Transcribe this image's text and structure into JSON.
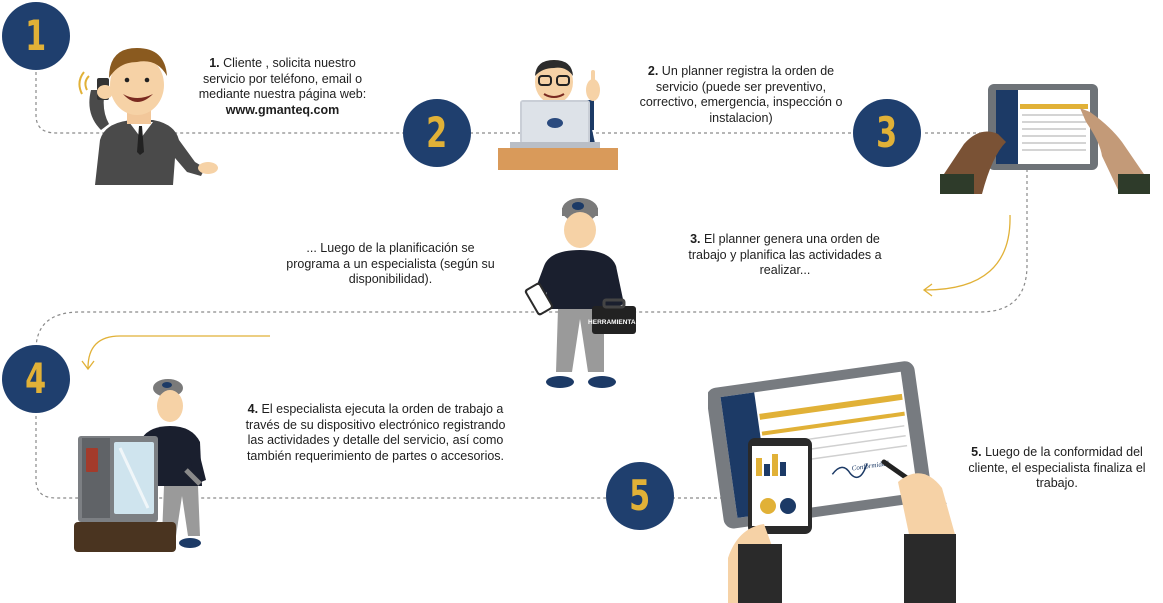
{
  "colors": {
    "circle_blue": "#1f3f6e",
    "number_gold": "#e1b137",
    "dotted_line": "#8a8a8a",
    "arrow_gold": "#e1b137"
  },
  "steps": [
    {
      "number": "1",
      "label": "1.",
      "text": "Cliente , solicita nuestro servicio por teléfono, email  o mediante nuestra página  web:",
      "link": "www.gmanteq.com"
    },
    {
      "number": "2",
      "label": "2.",
      "text": "Un planner registra la orden de servicio (puede ser preventivo, correctivo, emergencia, inspección o instalacion)"
    },
    {
      "number": "3",
      "label": "3.",
      "text": "El planner genera una orden de trabajo y planifica las actividades a realizar..."
    },
    {
      "number": "4",
      "label": "4.",
      "text": "El especialista ejecuta la orden de trabajo a través de su dispositivo electrónico registrando las actividades y detalle del servicio, así como también requerimiento de partes o accesorios."
    },
    {
      "number": "5",
      "label": "5.",
      "text": "Luego de la conformidad del cliente, el especialista finaliza el trabajo."
    }
  ],
  "planning_note": "... Luego de la planificación se programa a un especialista (según su disponibilidad).",
  "toolbox_label": "HERRAMIENTAS",
  "tablet_signature": "Conformidad",
  "icons": [
    "phone-client-figure",
    "planner-laptop-figure",
    "tablet-hands-figure",
    "technician-toolbox-figure",
    "technician-oven-figure",
    "tablet-signing-figure"
  ]
}
